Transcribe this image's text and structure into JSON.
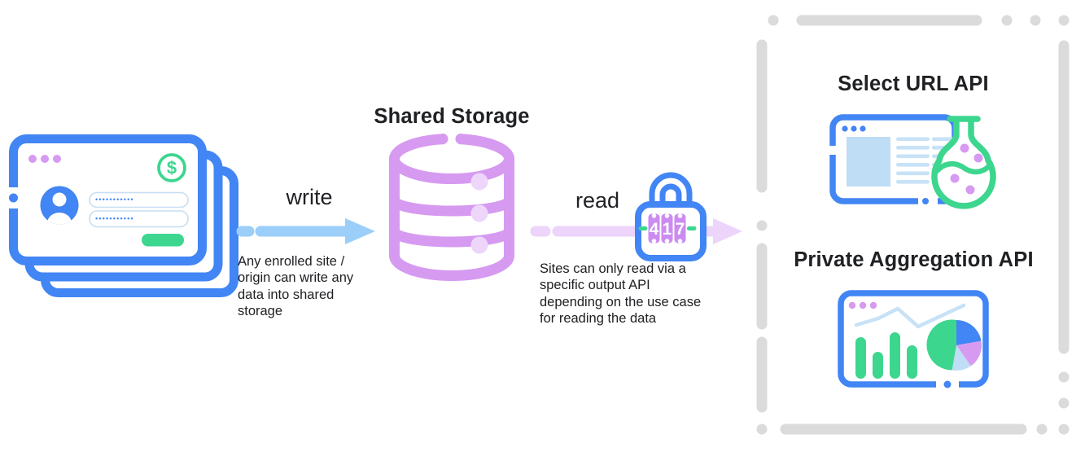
{
  "colors": {
    "blue": "#4285F4",
    "skyblue": "#9BCEF9",
    "lightblue": "#BFDDF4",
    "lightblue2": "#C7E2F7",
    "green": "#3DD68F",
    "purple": "#D69AF1",
    "purplelight": "#EDD6FA",
    "lavender": "#EDD4FA",
    "dial": "#CB8BF0",
    "dashgray": "#DBDBDB",
    "text": "#202124"
  },
  "stack_window": {
    "password_masked": "•••••••••••",
    "dollar_sign": "$"
  },
  "write_flow": {
    "label": "write",
    "description": "Any enrolled site / origin can write any data into shared storage"
  },
  "storage": {
    "title": "Shared Storage"
  },
  "read_flow": {
    "label": "read",
    "description": "Sites can only read via a specific output API depending on the use case for reading the data",
    "code_digits": [
      "4",
      "1",
      "7"
    ]
  },
  "panel": {
    "select_url_title": "Select URL API",
    "private_aggregation_title": "Private Aggregation API"
  },
  "icons": [
    "enrolled-sites-windows-icon",
    "dollar-badge-icon",
    "avatar-icon",
    "write-arrow-icon",
    "database-icon",
    "read-arrow-icon",
    "combination-lock-icon",
    "dashed-panel-border",
    "browser-with-flask-icon",
    "dashboard-chart-icon"
  ]
}
